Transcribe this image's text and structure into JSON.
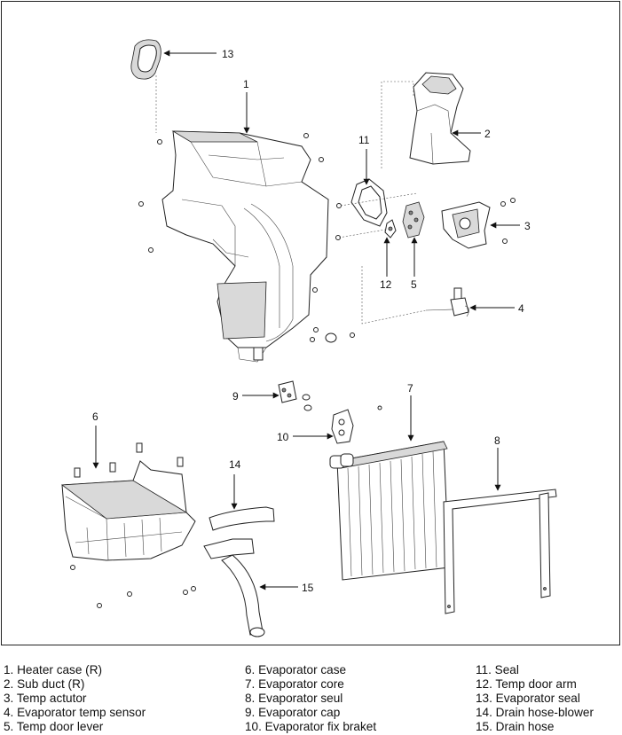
{
  "callouts": {
    "c1": "1",
    "c2": "2",
    "c3": "3",
    "c4": "4",
    "c5": "5",
    "c6": "6",
    "c7": "7",
    "c8": "8",
    "c9": "9",
    "c10": "10",
    "c11": "11",
    "c12": "12",
    "c13": "13",
    "c14": "14",
    "c15": "15"
  },
  "legend": {
    "col1": [
      "1. Heater case (R)",
      "2. Sub duct (R)",
      "3. Temp actutor",
      "4. Evaporator temp sensor",
      "5. Temp door lever"
    ],
    "col2": [
      "6. Evaporator case",
      "7. Evaporator core",
      "8. Evaporator seul",
      "9. Evaporator cap",
      "10. Evaporator fix braket"
    ],
    "col3": [
      "11. Seal",
      "12. Temp door arm",
      "13. Evaporator seal",
      "14. Drain hose-blower",
      "15. Drain hose"
    ]
  }
}
